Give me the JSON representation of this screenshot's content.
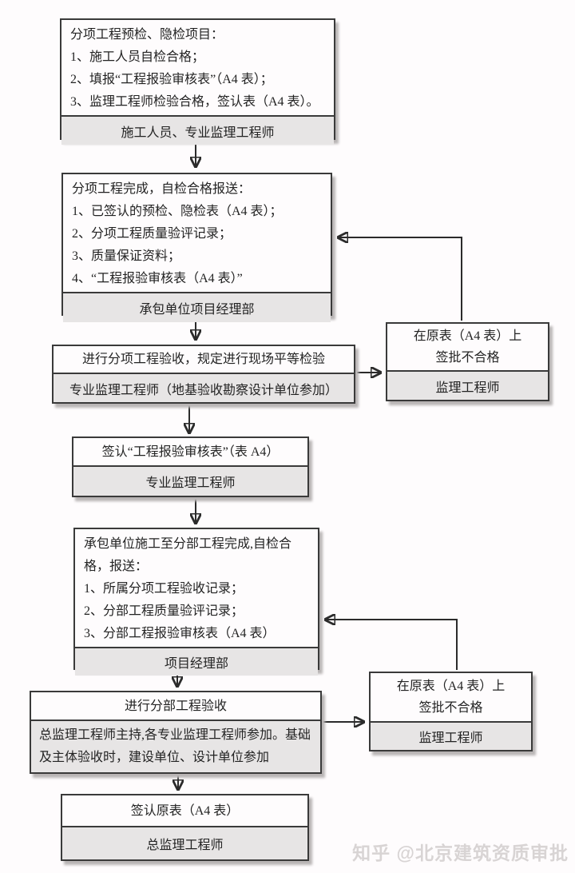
{
  "colors": {
    "page_bg": "#fefcfd",
    "box_border": "#3a3a3a",
    "footer_bg": "#e7e5e5",
    "arrow": "#2b2b2b",
    "shadow": "#b9b5b5",
    "watermark": "#d8d4d4"
  },
  "watermark": "知乎 @北京建筑资质审批",
  "boxes": {
    "b1": {
      "lines": [
        "分项工程预检、隐检项目：",
        "1、施工人员自检合格；",
        "2、填报“工程报验审核表”（A4 表）；",
        "3、监理工程师检验合格，签认表（A4 表）。"
      ],
      "footer": "施工人员、专业监理工程师"
    },
    "b2": {
      "lines": [
        "分项工程完成，自检合格报送：",
        "1、已签认的预检、隐检表（A4 表）；",
        "2、分项工程质量验评记录；",
        "3、质量保证资料；",
        "4、“工程报验审核表（A4 表）”"
      ],
      "footer": "承包单位项目经理部"
    },
    "b3": {
      "title": "进行分项工程验收，规定进行现场平等检验",
      "footer": "专业监理工程师（地基验收勘察设计单位参加）"
    },
    "s1": {
      "lines": [
        "在原表（A4 表）上",
        "签批不合格"
      ],
      "footer": "监理工程师"
    },
    "b4": {
      "title": "签认“工程报验审核表”（表 A4）",
      "footer": "专业监理工程师"
    },
    "b5": {
      "lines": [
        "承包单位施工至分部工程完成,自检合格，报送：",
        "1、所属分项工程验收记录；",
        "2、分部工程质量验评记录；",
        "3、分部工程报验审核表（A4 表）"
      ],
      "footer": "项目经理部"
    },
    "b6": {
      "title": "进行分部工程验收",
      "footer": "总监理工程师主持,各专业监理工程师参加。基础及主体验收时，建设单位、设计单位参加"
    },
    "s2": {
      "lines": [
        "在原表（A4 表）上",
        "签批不合格"
      ],
      "footer": "监理工程师"
    },
    "b7": {
      "title": "签认原表（A4 表）",
      "footer": "总监理工程师"
    }
  }
}
